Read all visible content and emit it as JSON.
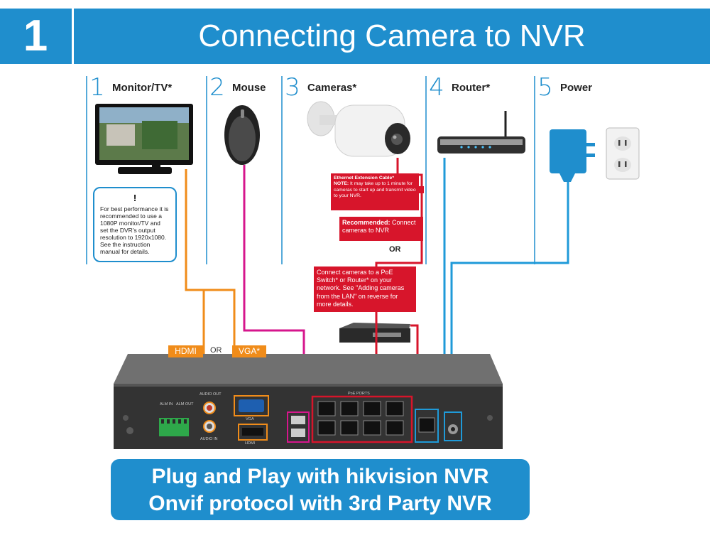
{
  "header": {
    "number": "1",
    "title": "Connecting Camera to NVR"
  },
  "steps": [
    {
      "num": "1",
      "label": "Monitor/TV*"
    },
    {
      "num": "2",
      "label": "Mouse"
    },
    {
      "num": "3",
      "label": "Cameras*"
    },
    {
      "num": "4",
      "label": "Router*"
    },
    {
      "num": "5",
      "label": "Power"
    }
  ],
  "tip": {
    "icon": "!",
    "text": "For best performance it is recommended to use a 1080P monitor/TV and set the DVR's output resolution to 1920x1080. See the instruction manual for details."
  },
  "notes": {
    "extension_title": "Ethernet Extension Cable*",
    "extension_note_label": "NOTE:",
    "extension_note": " It may take up to 1 minute for cameras to start up and transmit video to your NVR.",
    "recommended_label": "Recommended:",
    "recommended_text": " Connect cameras to NVR",
    "or": "OR",
    "poe_text": "Connect cameras to a PoE Switch* or Router* on your network. See \"Adding cameras from the LAN\" on reverse for more details."
  },
  "ports": {
    "hdmi": "HDMI",
    "or": "OR",
    "vga": "VGA*",
    "poe_ports": "PoE PORTS",
    "audio_out": "AUDIO OUT",
    "audio_in": "AUDIO IN",
    "vga_small": "VGA",
    "hdmi_small": "HDMI",
    "alarm_in": "ALM IN",
    "alarm_out": "ALM OUT"
  },
  "banner": {
    "line1": "Plug and Play with hikvision NVR",
    "line2": "Onvif protocol with 3rd Party NVR"
  },
  "colors": {
    "brand_blue": "#1f8ecd",
    "cable_orange": "#f08c1a",
    "cable_magenta": "#d6168c",
    "cable_red": "#d7152b",
    "cable_blue": "#1f9ad8"
  }
}
